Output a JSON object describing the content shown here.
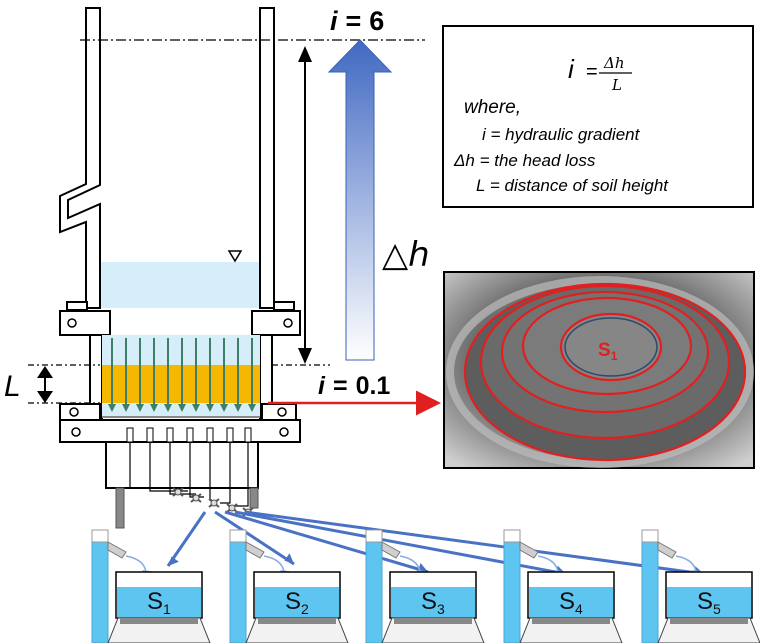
{
  "gradient_top": {
    "symbol": "i",
    "eq": "=",
    "value": "6"
  },
  "gradient_bottom": {
    "symbol": "i",
    "eq": "=",
    "value": "0.1"
  },
  "head_loss_label": "△h",
  "length_label": "L",
  "formula": {
    "lhs": "i",
    "eq": "=",
    "numerator": "Δh",
    "denominator": "L",
    "where": "where,",
    "def_i": "i = hydraulic gradient",
    "def_dh": "Δh = the head loss",
    "def_L": "L = distance of soil height"
  },
  "photo": {
    "ring_label_main": "S",
    "ring_label_sub": "1"
  },
  "samplers": [
    {
      "main": "S",
      "sub": "1"
    },
    {
      "main": "S",
      "sub": "2"
    },
    {
      "main": "S",
      "sub": "3"
    },
    {
      "main": "S",
      "sub": "4"
    },
    {
      "main": "S",
      "sub": "5"
    }
  ],
  "colors": {
    "water": "#cfeaf7",
    "soil": "#f5b800",
    "sampler_water": "#5ec4f0",
    "arrow_blue": "#4a72c4",
    "red": "#e02020",
    "green_arrow": "#3f7f6a"
  }
}
